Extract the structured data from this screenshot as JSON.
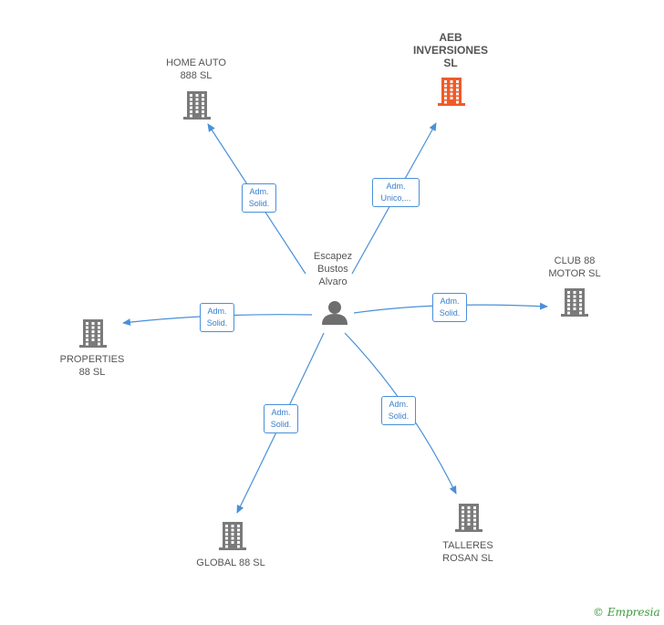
{
  "colors": {
    "edge": "#4a90d9",
    "node": "#7a7a7a",
    "accent": "#f05a28",
    "person": "#6e6e6e"
  },
  "center": {
    "name_lines": [
      "Escapez",
      "Bustos",
      "Alvaro"
    ],
    "icon": "person-icon"
  },
  "nodes": [
    {
      "id": "home-auto",
      "lines": [
        "HOME AUTO",
        "888  SL"
      ],
      "icon": "building-icon",
      "accent": false
    },
    {
      "id": "aeb",
      "lines": [
        "AEB",
        "INVERSIONES",
        "SL"
      ],
      "icon": "building-icon",
      "accent": true
    },
    {
      "id": "club88",
      "lines": [
        "CLUB 88",
        "MOTOR  SL"
      ],
      "icon": "building-icon",
      "accent": false
    },
    {
      "id": "properties",
      "lines": [
        "PROPERTIES",
        "88  SL"
      ],
      "icon": "building-icon",
      "accent": false
    },
    {
      "id": "global88",
      "lines": [
        "GLOBAL 88  SL"
      ],
      "icon": "building-icon",
      "accent": false
    },
    {
      "id": "talleres",
      "lines": [
        "TALLERES",
        "ROSAN  SL"
      ],
      "icon": "building-icon",
      "accent": false
    }
  ],
  "edges": [
    {
      "to": "home-auto",
      "lines": [
        "Adm.",
        "Solid."
      ]
    },
    {
      "to": "aeb",
      "lines": [
        "Adm.",
        "Unico,..."
      ]
    },
    {
      "to": "club88",
      "lines": [
        "Adm.",
        "Solid."
      ]
    },
    {
      "to": "properties",
      "lines": [
        "Adm.",
        "Solid."
      ]
    },
    {
      "to": "global88",
      "lines": [
        "Adm.",
        "Solid."
      ]
    },
    {
      "to": "talleres",
      "lines": [
        "Adm.",
        "Solid."
      ]
    }
  ],
  "brand": {
    "copyright": "©",
    "name": "Empresia"
  }
}
